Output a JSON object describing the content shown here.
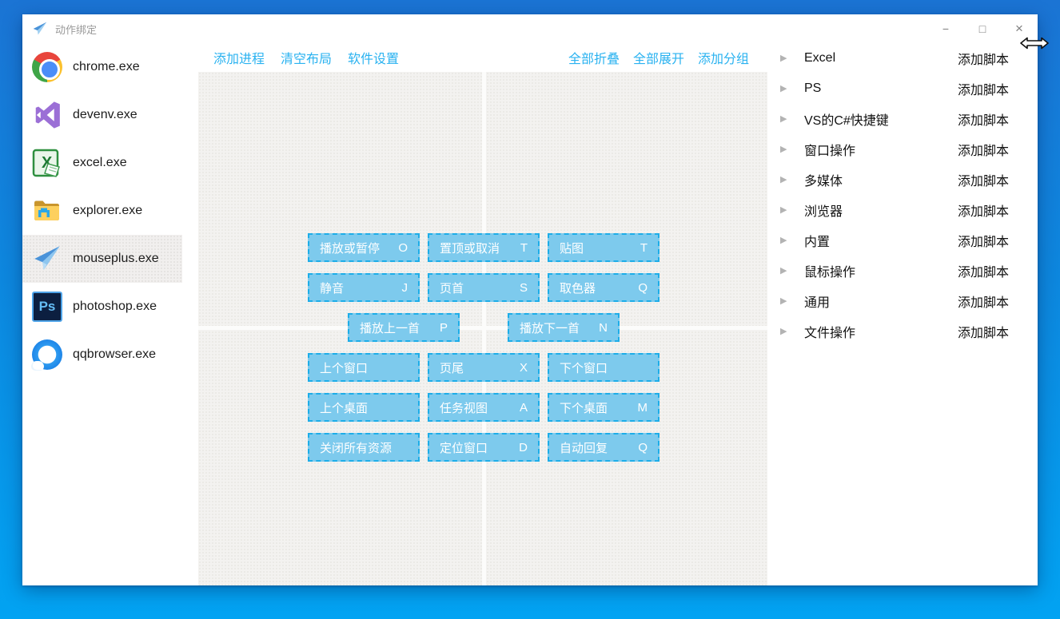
{
  "window": {
    "title": "动作绑定"
  },
  "titlebar_controls": {
    "minimize": "−",
    "maximize": "□",
    "close": "×"
  },
  "processes": {
    "items": [
      {
        "name": "chrome.exe",
        "icon": "chrome-icon"
      },
      {
        "name": "devenv.exe",
        "icon": "visual-studio-icon"
      },
      {
        "name": "excel.exe",
        "icon": "excel-icon"
      },
      {
        "name": "explorer.exe",
        "icon": "explorer-folder-icon"
      },
      {
        "name": "mouseplus.exe",
        "icon": "paper-plane-icon"
      },
      {
        "name": "photoshop.exe",
        "icon": "photoshop-icon"
      },
      {
        "name": "qqbrowser.exe",
        "icon": "qqbrowser-icon"
      }
    ],
    "selected": "mouseplus.exe"
  },
  "toolbar": {
    "add_process": "添加进程",
    "clear_layout": "清空布局",
    "software_settings": "软件设置",
    "collapse_all": "全部折叠",
    "expand_all": "全部展开",
    "add_group": "添加分组"
  },
  "bindings": {
    "rows": [
      {
        "buttons": [
          {
            "label": "播放或暂停",
            "key": "O"
          },
          {
            "label": "置顶或取消",
            "key": "T"
          },
          {
            "label": "贴图",
            "key": "T"
          }
        ]
      },
      {
        "buttons": [
          {
            "label": "静音",
            "key": "J"
          },
          {
            "label": "页首",
            "key": "S"
          },
          {
            "label": "取色器",
            "key": "Q"
          }
        ]
      },
      {
        "buttons": [
          {
            "label": "播放上一首",
            "key": "P"
          },
          {
            "label": "播放下一首",
            "key": "N"
          }
        ]
      },
      {
        "buttons": [
          {
            "label": "上个窗口",
            "key": ""
          },
          {
            "label": "页尾",
            "key": "X"
          },
          {
            "label": "下个窗口",
            "key": ""
          }
        ]
      },
      {
        "buttons": [
          {
            "label": "上个桌面",
            "key": ""
          },
          {
            "label": "任务视图",
            "key": "A"
          },
          {
            "label": "下个桌面",
            "key": "M"
          }
        ]
      },
      {
        "buttons": [
          {
            "label": "关闭所有资源",
            "key": ""
          },
          {
            "label": "定位窗口",
            "key": "D"
          },
          {
            "label": "自动回复",
            "key": "Q"
          }
        ]
      }
    ]
  },
  "groups": {
    "add_script_label": "添加脚本",
    "items": [
      {
        "label": "Excel"
      },
      {
        "label": "PS"
      },
      {
        "label": "VS的C#快捷键"
      },
      {
        "label": "窗口操作"
      },
      {
        "label": "多媒体"
      },
      {
        "label": "浏览器"
      },
      {
        "label": "内置"
      },
      {
        "label": "鼠标操作"
      },
      {
        "label": "通用"
      },
      {
        "label": "文件操作"
      }
    ]
  },
  "colors": {
    "accent_link": "#29b2f0",
    "button_fill": "#7dcaed",
    "button_border": "#1dade8",
    "desktop_top": "#1b74d4",
    "desktop_bottom": "#02a3f2"
  }
}
